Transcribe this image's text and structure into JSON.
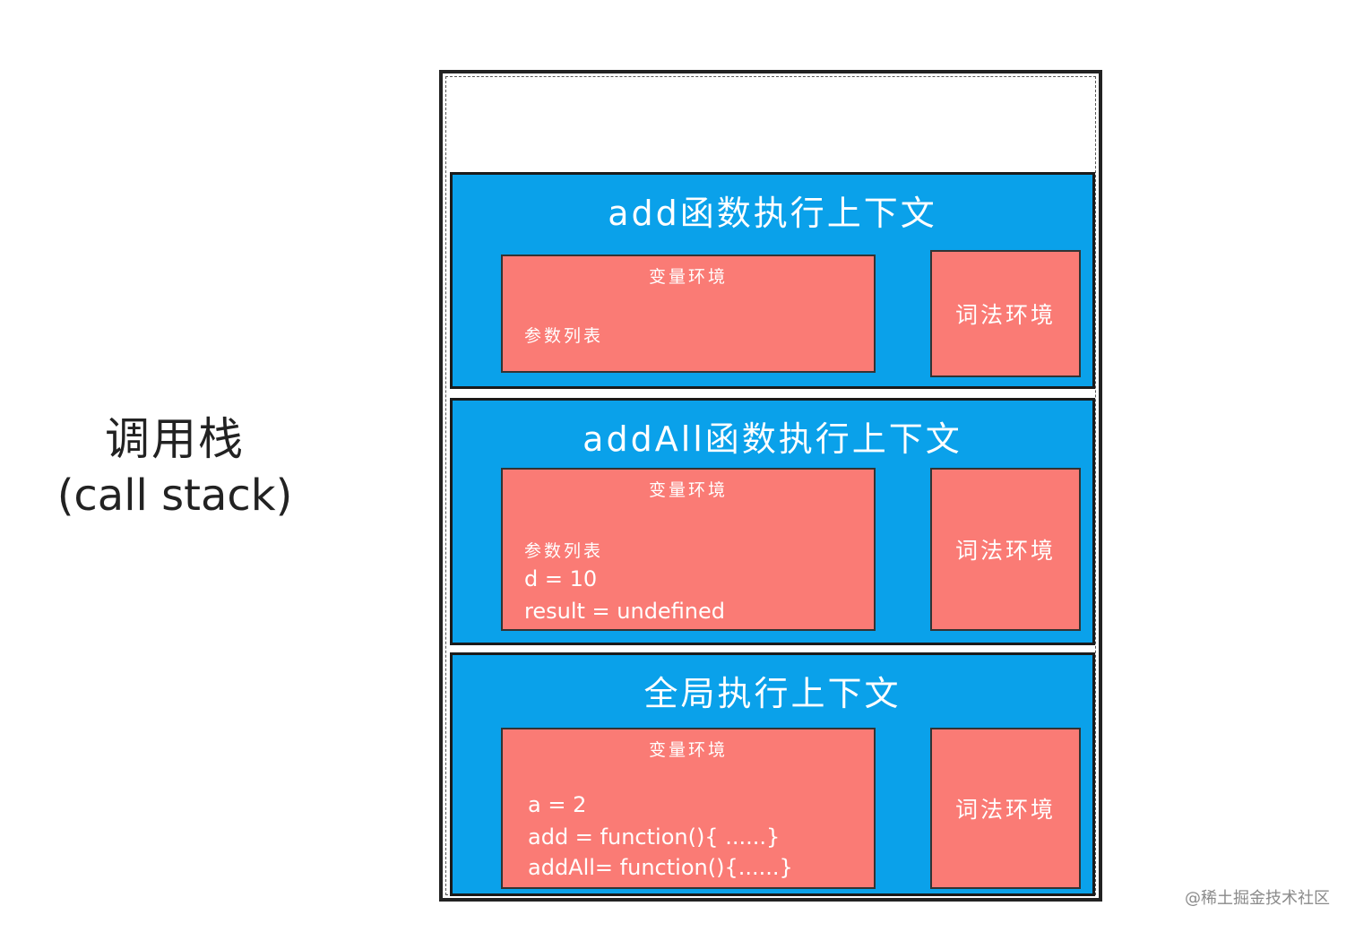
{
  "side_label": {
    "title_cn": "调用栈",
    "title_en": "(call stack)"
  },
  "stack": {
    "contexts": [
      {
        "title": "add函数执行上下文",
        "variable_env": {
          "title": "变量环境",
          "lines": [
            "参数列表"
          ]
        },
        "lexical_env": {
          "title": "词法环境"
        }
      },
      {
        "title": "addAll函数执行上下文",
        "variable_env": {
          "title": "变量环境",
          "lines": [
            "参数列表",
            "d = 10",
            "result = undefined"
          ]
        },
        "lexical_env": {
          "title": "词法环境"
        }
      },
      {
        "title": "全局执行上下文",
        "variable_env": {
          "title": "变量环境",
          "lines": [
            "a = 2",
            "add = function(){ ......}",
            "addAll= function(){......}"
          ]
        },
        "lexical_env": {
          "title": "词法环境"
        }
      }
    ]
  },
  "watermark": "@稀土掘金技术社区",
  "colors": {
    "context_bg": "#0aa1ea",
    "env_bg": "#fa7b75",
    "border": "#1a1a1a"
  }
}
